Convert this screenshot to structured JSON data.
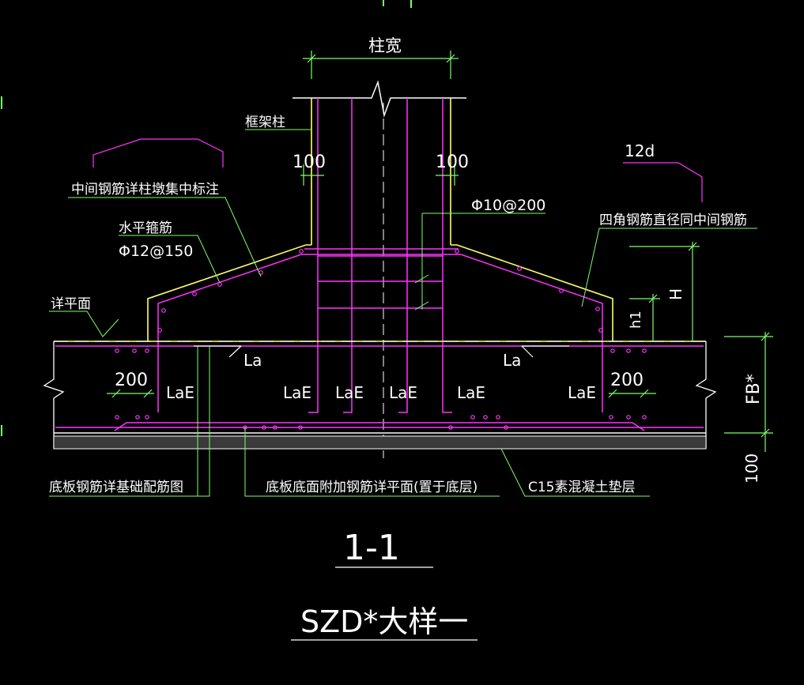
{
  "drawing": {
    "column_width": "柱宽",
    "frame_column": "框架柱",
    "cover_left": "100",
    "cover_right": "100",
    "stirrup_spec": "Φ10@200",
    "corner_bar_note": "四角钢筋直径同中间钢筋",
    "hook_12d": "12d",
    "middle_bar_note": "中间钢筋详柱墩集中标注",
    "horizontal_bar": "水平箍筋",
    "horizontal_bar_spec": "Φ12@150",
    "detail_plan": "详平面",
    "la_left": "La",
    "la_right": "La",
    "dim_200_left": "200",
    "dim_200_right": "200",
    "lae": "LaE",
    "dim_h": "H",
    "dim_h1": "h1",
    "dim_fb": "FB*",
    "dim_100_bottom": "100",
    "note_slab_bars": "底板钢筋详基础配筋图",
    "note_additional_bars": "底板底面附加钢筋详平面(置于底层)",
    "note_cushion": "C15素混凝土垫层",
    "section_id": "1-1",
    "title": "SZD*大样一"
  },
  "colors": {
    "background": "#000000",
    "text": "#ffffff",
    "leader": "#7cff6a",
    "rebar": "#ff33ff",
    "outline": "#ffff66",
    "dim": "#7cff6a"
  }
}
